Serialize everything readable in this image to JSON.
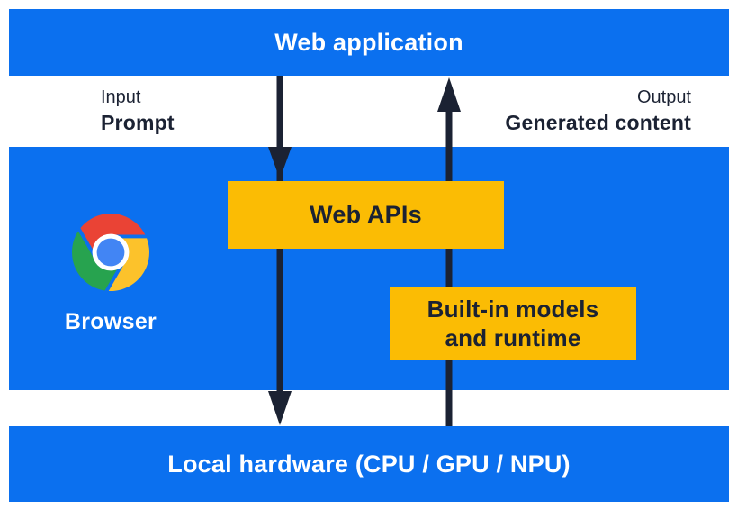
{
  "top_bar": {
    "label": "Web application"
  },
  "io_labels": {
    "input_title": "Input",
    "input_value": "Prompt",
    "output_title": "Output",
    "output_value": "Generated content"
  },
  "browser_section": {
    "browser_label": "Browser",
    "web_apis_label": "Web APIs",
    "builtin_models_line1": "Built-in models",
    "builtin_models_line2": "and runtime"
  },
  "bottom_bar": {
    "label": "Local hardware (CPU / GPU / NPU)"
  },
  "icons": {
    "browser": "chrome-logo",
    "flow_down": "arrow-down",
    "flow_up": "arrow-up"
  },
  "colors": {
    "blue": "#0B70EF",
    "yellow": "#FBBC04",
    "navy": "#1B2233",
    "chrome_red": "#EA4335",
    "chrome_yellow": "#FCC22B",
    "chrome_green": "#27A34F",
    "chrome_blue": "#4285F4"
  }
}
